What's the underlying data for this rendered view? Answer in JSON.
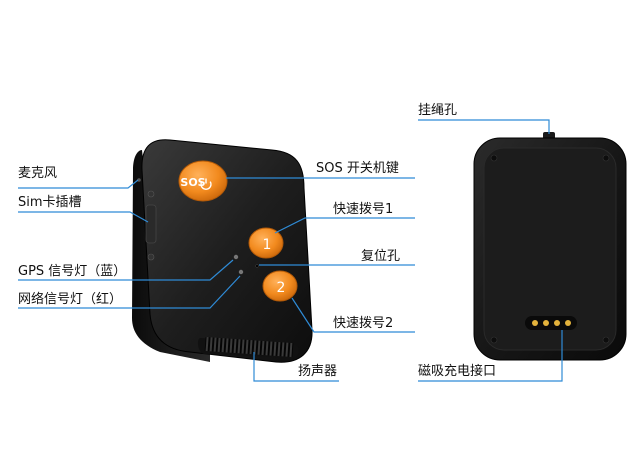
{
  "colors": {
    "leader_line": "#2f8bd6",
    "device_body": "#1b1b1b",
    "button_orange": "#f28a1e",
    "pin_gold": "#e3b23c"
  },
  "icons": {
    "sos_button": "power-icon",
    "speed_dial_1": "digit-one",
    "speed_dial_2": "digit-two"
  },
  "device_front": {
    "sos_button_text": "SOS",
    "key1_text": "1",
    "key2_text": "2"
  },
  "labels": {
    "microphone": "麦克风",
    "sim_slot": "Sim卡插槽",
    "gps_led": "GPS 信号灯（蓝）",
    "network_led": "网络信号灯（红）",
    "sos_power_key": "SOS 开关机键",
    "speed_dial_1": "快速拨号1",
    "reset_hole": "复位孔",
    "speed_dial_2": "快速拨号2",
    "speaker": "扬声器",
    "lanyard_hole": "挂绳孔",
    "magnetic_charging": "磁吸充电接口"
  }
}
